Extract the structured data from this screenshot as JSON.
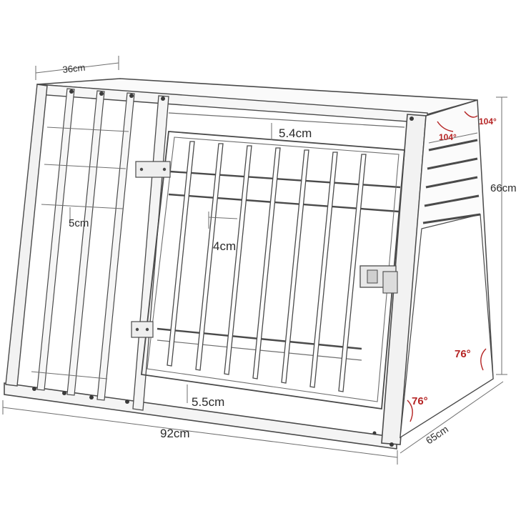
{
  "dimensions": {
    "width_top": "36cm",
    "bar_gap_side": "5cm",
    "bar_gap_door": "4cm",
    "door_top_gap": "5.4cm",
    "door_bottom_gap": "5.5cm",
    "length": "92cm",
    "depth": "65cm",
    "height": "66cm"
  },
  "angles": {
    "top_back_outer": "104°",
    "top_back_inner": "104°",
    "back_side": "76°",
    "bottom_back": "76°"
  },
  "colors": {
    "frame": "#4a4a4a",
    "dimension_text": "#2a2a2a",
    "angle_text": "#b52424"
  }
}
